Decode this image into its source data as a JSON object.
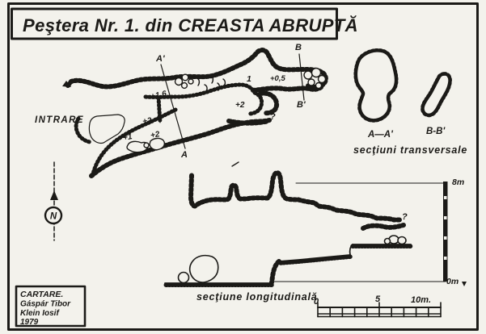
{
  "header": {
    "title": "Peştera Nr. 1. din CREASTA ABRUPTĂ"
  },
  "plan": {
    "entrance_label": "INTRARE",
    "section_labels": {
      "a_top": "A'",
      "a_bottom": "A",
      "b_top": "B",
      "b_bottom": "B'"
    },
    "annotations": {
      "height_16": "+1,6",
      "plus2_upper": "+2",
      "plus1": "+1",
      "plus2_mid": "+2",
      "plus2_right": "+2",
      "height_05": "+0,5",
      "point_1": "1",
      "unknown": "?"
    }
  },
  "cross_sections": {
    "label_a": "A—A'",
    "label_b": "B-B'",
    "caption": "secţiuni transversale"
  },
  "longitudinal_section": {
    "caption": "secţiune longitudinală",
    "unknown": "?",
    "elevation_top": "8m",
    "elevation_bottom": "0m"
  },
  "compass": {
    "north": "N"
  },
  "scale_bar": {
    "zero": "0",
    "five": "5",
    "ten": "10m."
  },
  "credits": {
    "heading": "CARTARE.",
    "surveyor1": "Gáspár Tibor",
    "surveyor2": "Klein Iosif",
    "year": "1979"
  },
  "colors": {
    "ink": "#1b1a17",
    "paper": "#f3f2ec"
  }
}
